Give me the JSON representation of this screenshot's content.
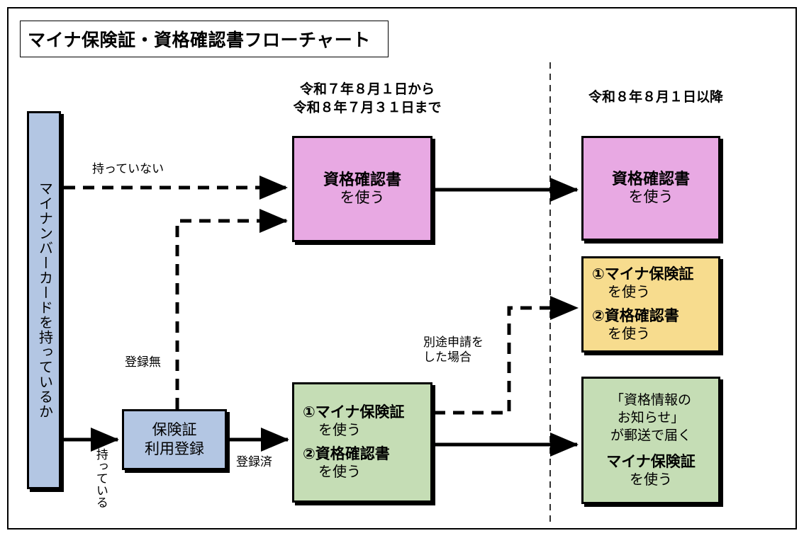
{
  "document": {
    "title": "マイナ保険証・資格確認書フローチャート"
  },
  "columns": {
    "period_1": "令和７年８月１日から\n令和８年７月３１日まで",
    "period_1_line1": "令和７年８月１日から",
    "period_1_line2": "令和８年７月３１日まで",
    "period_2": "令和８年８月１日以降"
  },
  "nodes": {
    "has_card": {
      "label": "マイナンバーカードを持っているか",
      "color": "#b3c6e3"
    },
    "register": {
      "line1": "保険証",
      "line2": "利用登録",
      "color": "#b3c6e3"
    },
    "cert_mid": {
      "line1": "資格確認書",
      "line2": "を使う",
      "color": "#e8a9e3"
    },
    "cert_right": {
      "line1": "資格確認書",
      "line2": "を使う",
      "color": "#e8a9e3"
    },
    "both_green": {
      "opt1_head": "①マイナ保険証",
      "opt1_sub": "を使う",
      "opt2_head": "②資格確認書",
      "opt2_sub": "を使う",
      "color": "#c5ddb5"
    },
    "both_yellow": {
      "opt1_head": "①マイナ保険証",
      "opt1_sub": "を使う",
      "opt2_head": "②資格確認書",
      "opt2_sub": "を使う",
      "color": "#f7dc8e"
    },
    "notice_green": {
      "line1": "「資格情報の",
      "line2": "お知らせ」",
      "line3": "が郵送で届く",
      "line4": "マイナ保険証",
      "line5": "を使う",
      "color": "#c5ddb5"
    }
  },
  "edge_labels": {
    "no_card": "持っていない",
    "not_registered": "登録無",
    "has_card": "持っている",
    "registered": "登録済",
    "separate_application_line1": "別途申請を",
    "separate_application_line2": "した場合"
  },
  "style": {
    "border_color": "#000000",
    "divider": "dashed"
  }
}
